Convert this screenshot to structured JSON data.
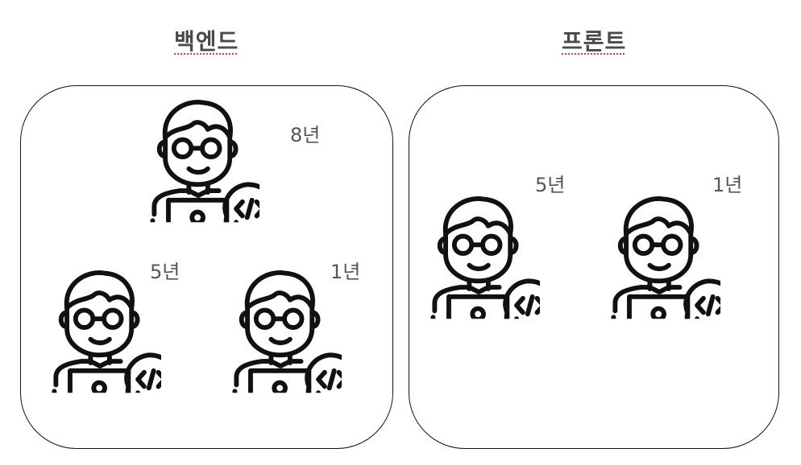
{
  "teams": {
    "backend": {
      "title": "백엔드",
      "developers": [
        {
          "years": "8년",
          "icon": "developer-icon"
        },
        {
          "years": "5년",
          "icon": "developer-icon"
        },
        {
          "years": "1년",
          "icon": "developer-icon"
        }
      ]
    },
    "frontend": {
      "title": "프론트",
      "developers": [
        {
          "years": "5년",
          "icon": "developer-icon"
        },
        {
          "years": "1년",
          "icon": "developer-icon"
        }
      ]
    }
  },
  "colors": {
    "stroke": "#111111",
    "text": "#555555",
    "underline": "#d04040"
  }
}
